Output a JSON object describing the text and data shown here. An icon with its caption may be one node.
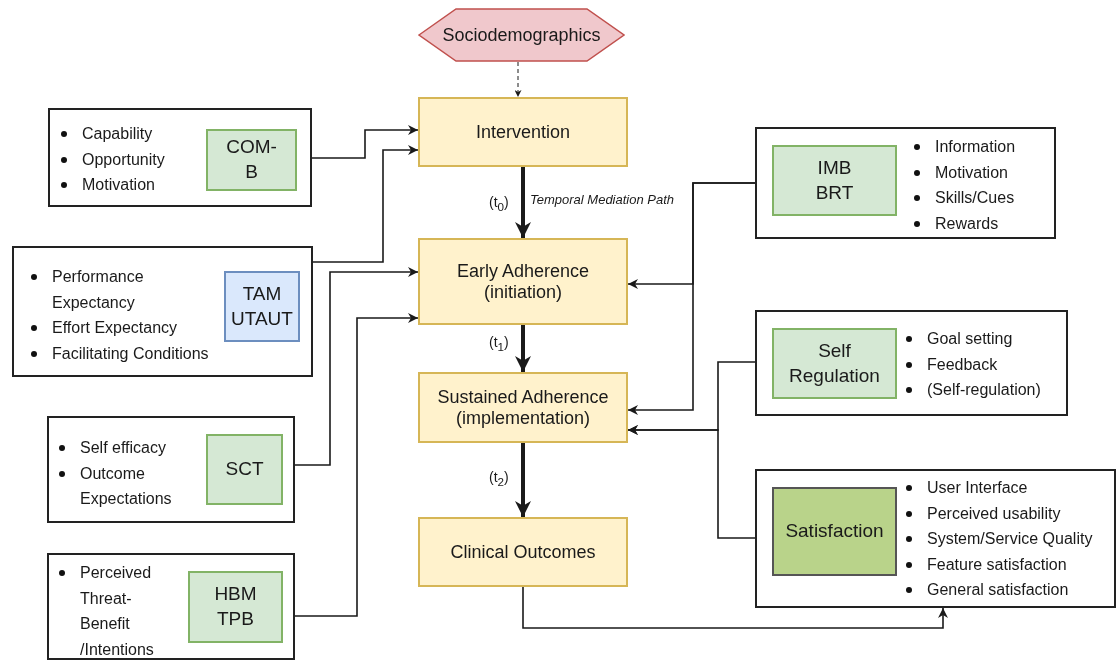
{
  "diagram": {
    "nodes": [
      {
        "text": [
          "Sociodemographics"
        ]
      },
      {
        "text": [
          "Intervention"
        ]
      },
      {
        "text": [
          "Early Adherence (initiation)"
        ]
      },
      {
        "text": [
          "Sustained Adherence (implementation)"
        ]
      },
      {
        "text": [
          "Clinical Outcomes"
        ]
      },
      {
        "text": [
          "Capability",
          "Opportunity",
          "Motivation"
        ]
      },
      {
        "text": [
          "COM-B"
        ],
        "in": 5
      },
      {
        "text": [
          "Performance Expectancy",
          "Effort Expectancy",
          "Facilitating Conditions"
        ]
      },
      {
        "text": [
          "TAM UTAUT"
        ],
        "in": 7
      },
      {
        "text": [
          "Self efficacy",
          "Outcome Expectations"
        ]
      },
      {
        "text": [
          "SCT"
        ],
        "in": 9
      },
      {
        "text": [
          "Perceived Threat- Benefit /Intentions"
        ]
      },
      {
        "text": [
          "HBM TPB"
        ],
        "in": 11
      },
      {
        "text": [
          "Information",
          "Motivation",
          "Skills/Cues",
          "Rewards"
        ]
      },
      {
        "text": [
          "IMB BRT"
        ],
        "in": 13
      },
      {
        "text": [
          "Goal setting",
          "Feedback",
          "(Self-regulation)"
        ]
      },
      {
        "text": [
          "Self Regulation"
        ],
        "in": 15
      },
      {
        "text": [
          "User Interface",
          "Perceived usability",
          "System/Service Quality",
          "Feature satisfaction",
          "General satisfaction"
        ]
      },
      {
        "text": [
          "Satisfaction"
        ],
        "in": 17
      }
    ],
    "edges": [
      {
        "from": 0,
        "to": 1,
        "arrow": "to",
        "style": "dashed"
      },
      {
        "from": 1,
        "to": 2,
        "arrow": "to",
        "style": "thick",
        "label": "(t$_{0}$)"
      },
      {
        "from": 2,
        "to": 3,
        "arrow": "to",
        "style": "thick",
        "label": "(t$_{1}$)"
      },
      {
        "from": 3,
        "to": 4,
        "arrow": "to",
        "style": "thick",
        "label": "(t$_{2}$)"
      },
      {
        "from": 5,
        "to": 1,
        "arrow": "to"
      },
      {
        "from": 7,
        "to": 1,
        "arrow": "to"
      },
      {
        "from": 9,
        "to": 2,
        "arrow": "to"
      },
      {
        "from": 11,
        "to": 2,
        "arrow": "to"
      },
      {
        "from": 13,
        "to": 2,
        "arrow": "to"
      },
      {
        "from": 13,
        "to": 3,
        "arrow": "to"
      },
      {
        "from": 15,
        "to": 3,
        "arrow": "to"
      },
      {
        "from": 17,
        "to": 3,
        "arrow": "to"
      },
      {
        "from": 4,
        "to": 17,
        "arrow": "to"
      }
    ],
    "labels": [
      "Temporal Mediation Path"
    ]
  }
}
